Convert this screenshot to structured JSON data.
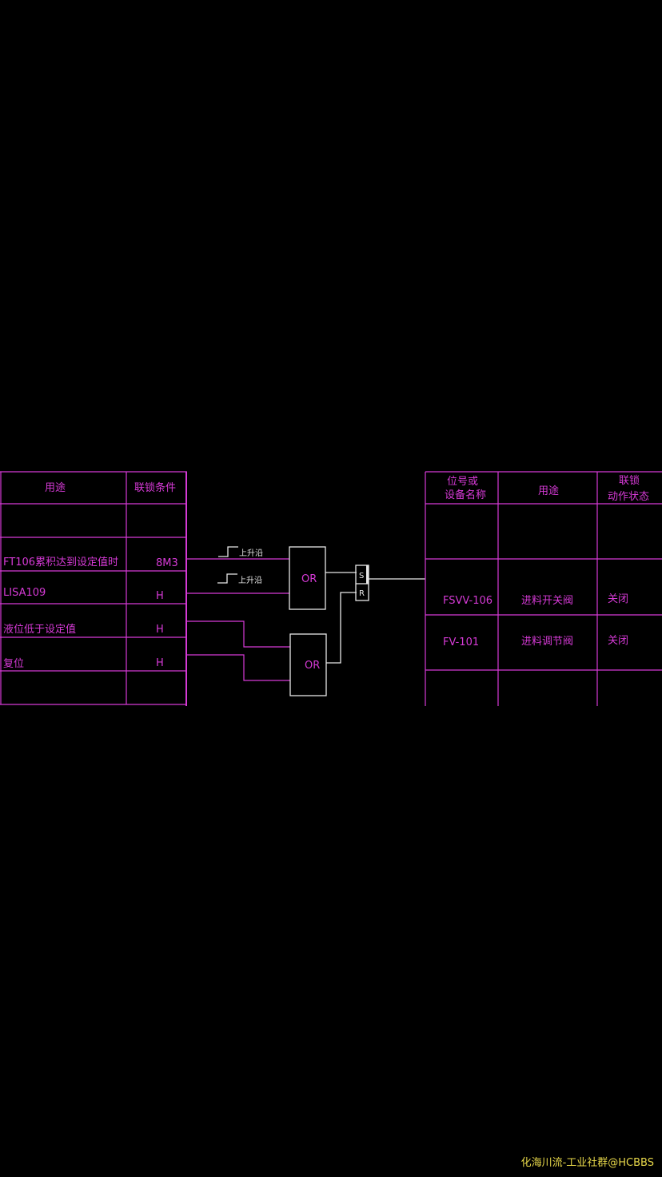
{
  "left_table": {
    "headers": [
      "用途",
      "联锁条件"
    ],
    "rows": [
      {
        "purpose": "",
        "condition": ""
      },
      {
        "purpose": "FT106累积达到设定值时",
        "condition": "8M3"
      },
      {
        "purpose": "LISA109",
        "condition": "H"
      },
      {
        "purpose": "液位低于设定值",
        "condition": "H"
      },
      {
        "purpose": "复位",
        "condition": "H"
      },
      {
        "purpose": "",
        "condition": ""
      }
    ]
  },
  "logic": {
    "pulse_label": "上升沿",
    "or_label": "OR",
    "set_label": "S",
    "reset_label": "R"
  },
  "right_table": {
    "headers": {
      "tag_line1": "位号或",
      "tag_line2": "设备名称",
      "purpose": "用途",
      "action_line1": "联锁",
      "action_line2": "动作状态"
    },
    "rows": [
      {
        "tag": "",
        "purpose": "",
        "action": ""
      },
      {
        "tag": "FSVV-106",
        "purpose": "进料开关阀",
        "action": "关闭"
      },
      {
        "tag": "FV-101",
        "purpose": "进料调节阀",
        "action": "关闭"
      },
      {
        "tag": "",
        "purpose": "",
        "action": ""
      }
    ]
  },
  "watermark": "化海川流-工业社群@HCBBS",
  "colors": {
    "line": "#d63ad6",
    "logic": "#e8e8e8",
    "background": "#000000",
    "watermark": "#e8d84a"
  }
}
